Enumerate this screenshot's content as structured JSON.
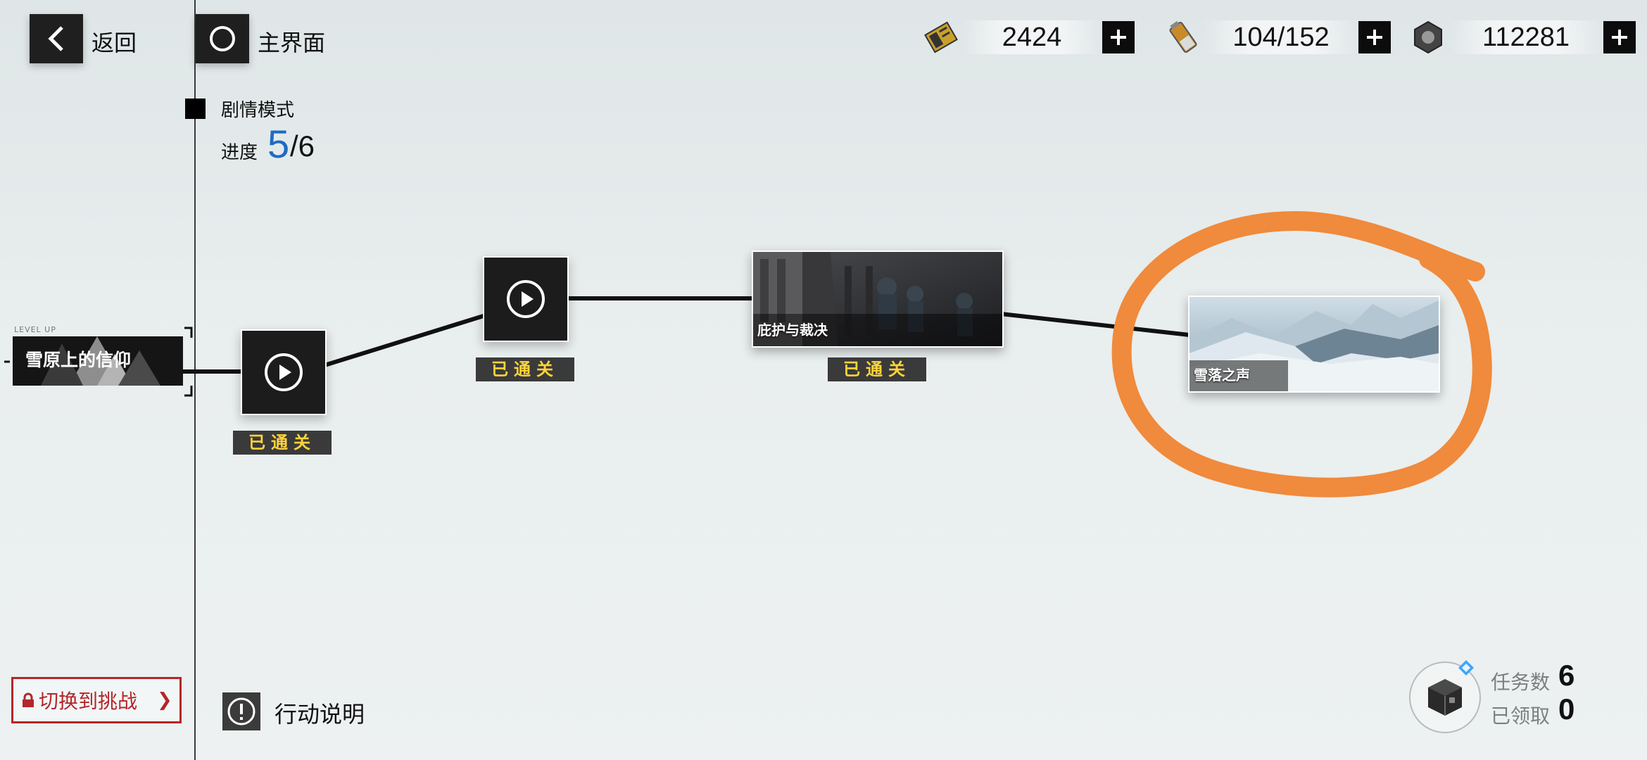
{
  "top": {
    "back_label": "返回",
    "home_label": "主界面",
    "resources": [
      {
        "icon": "gold-ticket-icon",
        "value": "2424"
      },
      {
        "icon": "battery-icon",
        "value": "104/152"
      },
      {
        "icon": "hex-nut-icon",
        "value": "112281"
      }
    ]
  },
  "mode": {
    "title": "剧情模式",
    "progress_label": "进度",
    "progress_current": "5",
    "progress_total": "/6"
  },
  "level_card": {
    "small_label": "LEVEL UP",
    "title": "雪原上的信仰"
  },
  "stages": [
    {
      "type": "play",
      "status": "已通关"
    },
    {
      "type": "play",
      "status": "已通关"
    },
    {
      "type": "image",
      "title": "庇护与裁决",
      "status": "已通关"
    },
    {
      "type": "image",
      "title": "雪落之声",
      "status": ""
    }
  ],
  "bottom": {
    "switch_label": "切换到挑战",
    "switch_arrow": "❯",
    "info_label": "行动说明",
    "task_count_label": "任务数",
    "task_count": "6",
    "claimed_label": "已领取",
    "claimed_count": "0"
  },
  "colors": {
    "progress_accent": "#1c6cc2",
    "badge_text": "#ffd43a",
    "switch_red": "#b3262a",
    "annotation_orange": "#f08a3c"
  }
}
